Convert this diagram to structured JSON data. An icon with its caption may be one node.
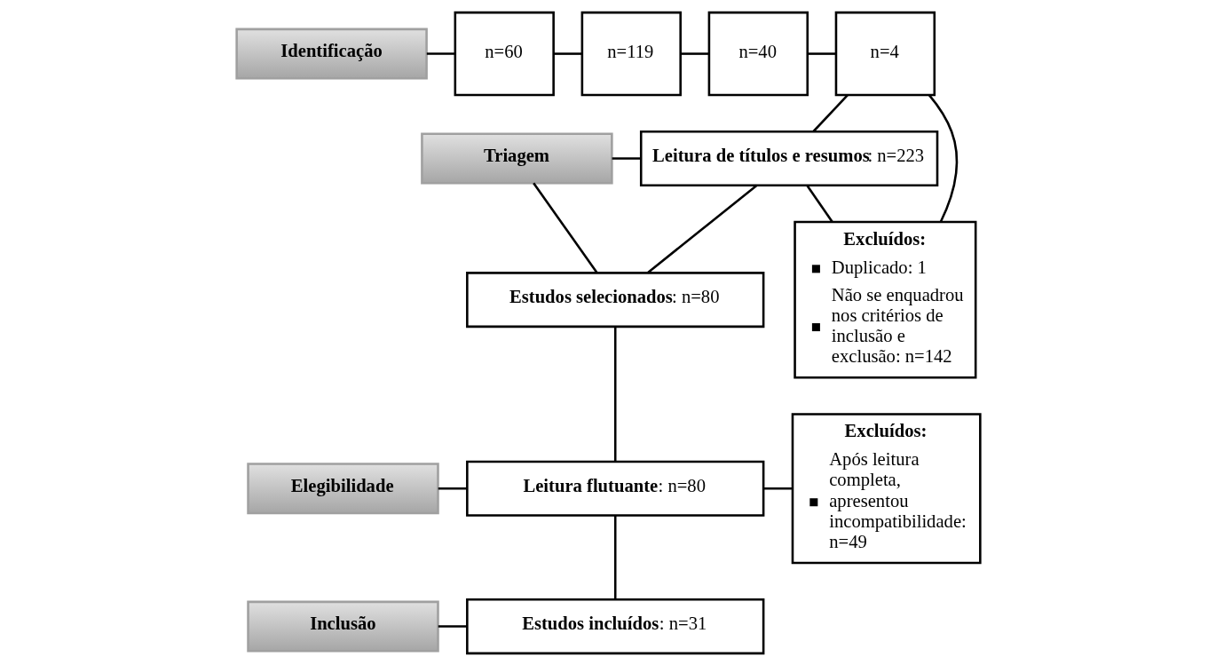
{
  "diagram": {
    "nodes": [
      {
        "text": [
          "Identificação"
        ]
      },
      {
        "text": [
          "n=60"
        ]
      },
      {
        "text": [
          "n=119"
        ]
      },
      {
        "text": [
          "n=40"
        ]
      },
      {
        "text": [
          "n=4"
        ]
      },
      {
        "text": [
          "**Leitura de títulos e resumos**: n=223"
        ]
      },
      {
        "text": [
          "Excluídos:",
          "Duplicado: 1",
          "Não se enquadrou nos critérios de inclusão e exclusão: n=142"
        ]
      },
      {
        "text": [
          "Triagem"
        ]
      },
      {
        "text": [
          "**Estudos selecionados**: n=80"
        ]
      },
      {
        "text": [
          "Elegibilidade"
        ]
      },
      {
        "text": [
          "**Leitura flutuante**: n=80"
        ]
      },
      {
        "text": [
          "Excluídos:",
          "Após leitura completa, apresentou incompatibilidade: n=49"
        ]
      },
      {
        "text": [
          "Inclusão"
        ]
      },
      {
        "text": [
          "**Estudos incluídos**: n=31"
        ]
      }
    ],
    "edges": [
      {
        "from": 0,
        "to": 1,
        "arrow": "none"
      },
      {
        "from": 1,
        "to": 2,
        "arrow": "none"
      },
      {
        "from": 2,
        "to": 3,
        "arrow": "none"
      },
      {
        "from": 3,
        "to": 4,
        "arrow": "none"
      },
      {
        "from": 4,
        "to": 5,
        "arrow": "none"
      },
      {
        "from": 4,
        "to": 6,
        "arrow": "none"
      },
      {
        "from": 7,
        "to": 5,
        "arrow": "none"
      },
      {
        "from": 7,
        "to": 8,
        "arrow": "none"
      },
      {
        "from": 5,
        "to": 8,
        "arrow": "none"
      },
      {
        "from": 5,
        "to": 6,
        "arrow": "none"
      },
      {
        "from": 8,
        "to": 10,
        "arrow": "none"
      },
      {
        "from": 9,
        "to": 10,
        "arrow": "none"
      },
      {
        "from": 10,
        "to": 13,
        "arrow": "none"
      },
      {
        "from": 10,
        "to": 11,
        "arrow": "none"
      },
      {
        "from": 12,
        "to": 13,
        "arrow": "none"
      }
    ]
  }
}
